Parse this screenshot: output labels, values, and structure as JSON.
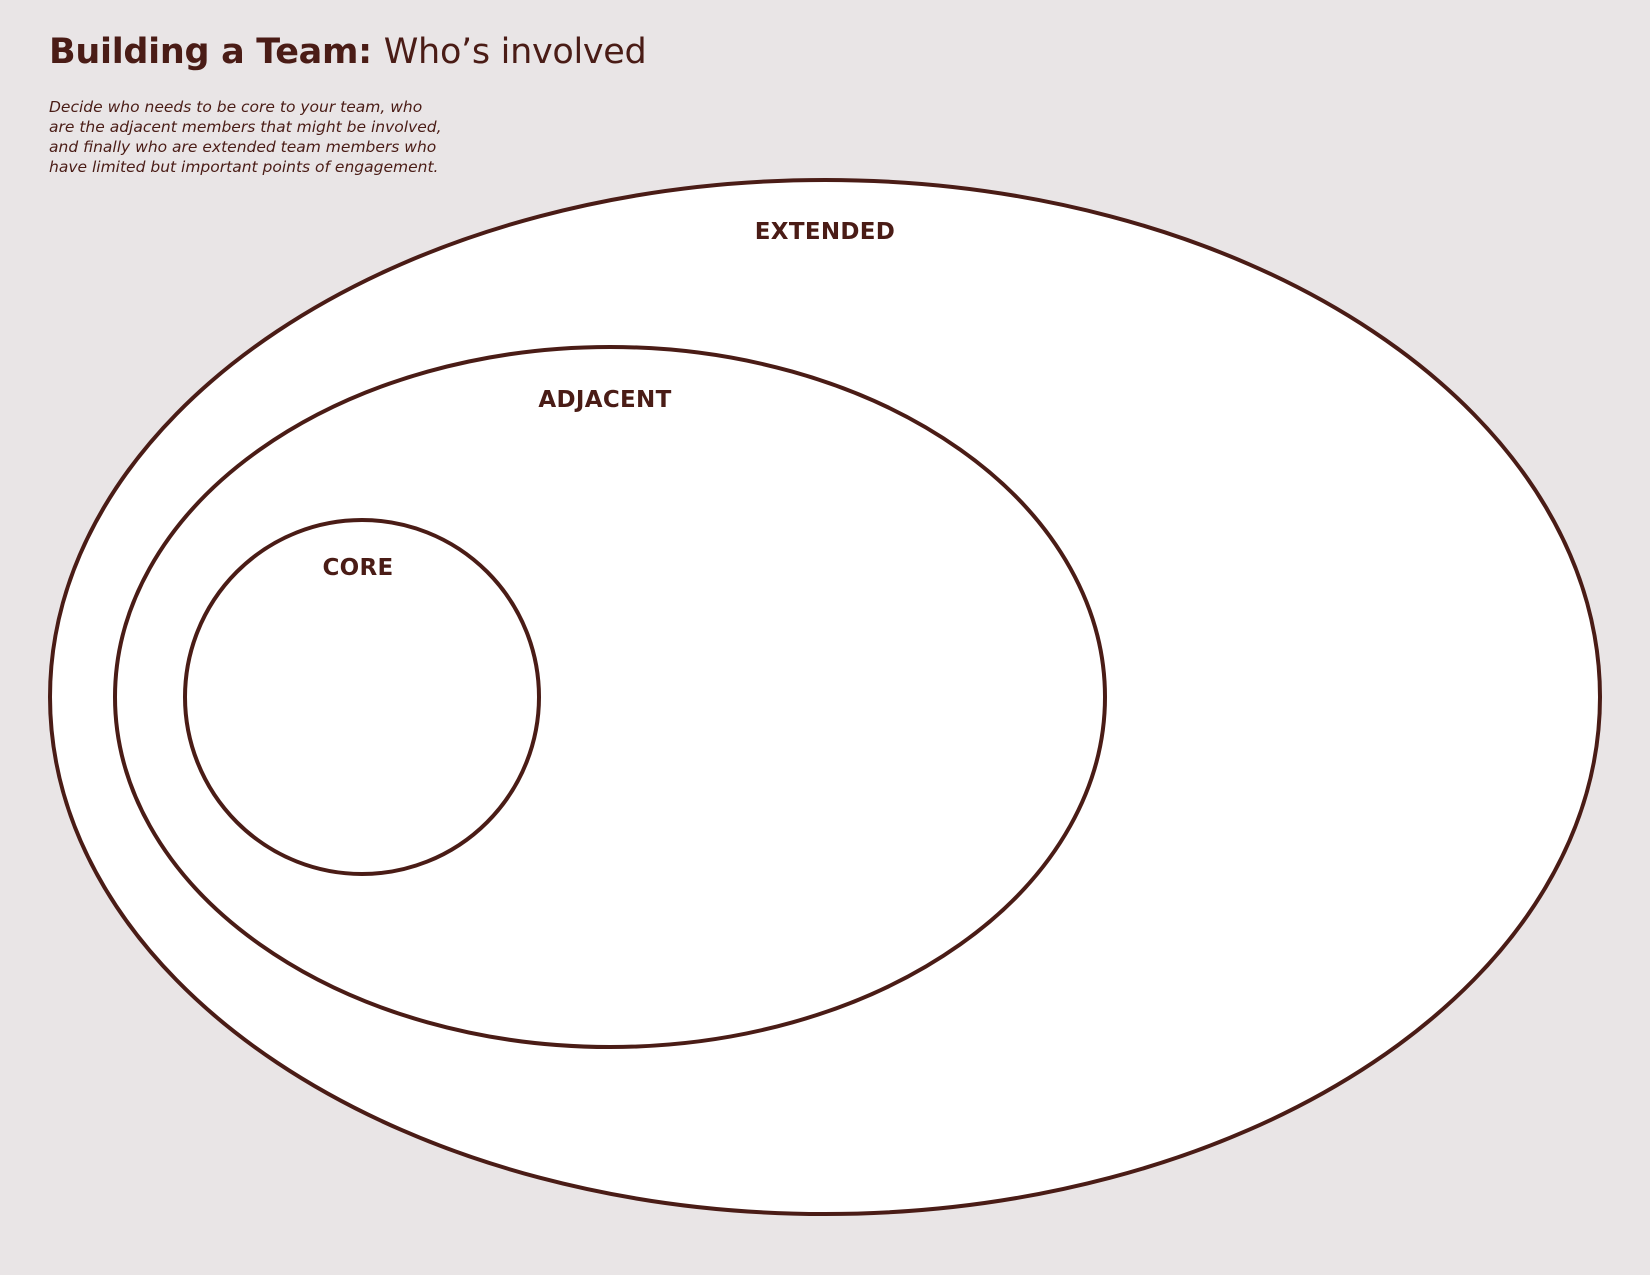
{
  "header": {
    "title_bold": "Building a Team:",
    "title_light": "Who’s involved"
  },
  "intro": {
    "lines": [
      "Decide who needs to be core to your team, who",
      "are the adjacent members that might be involved,",
      "and finally who are extended team members who",
      "have limited but important points of engagement."
    ]
  },
  "rings": {
    "extended": {
      "label": "EXTENDED"
    },
    "adjacent": {
      "label": "ADJACENT"
    },
    "core": {
      "label": "CORE"
    }
  },
  "colors": {
    "background": "#e9e5e6",
    "ring_fill": "#ffffff",
    "ink": "#4a1c16"
  }
}
